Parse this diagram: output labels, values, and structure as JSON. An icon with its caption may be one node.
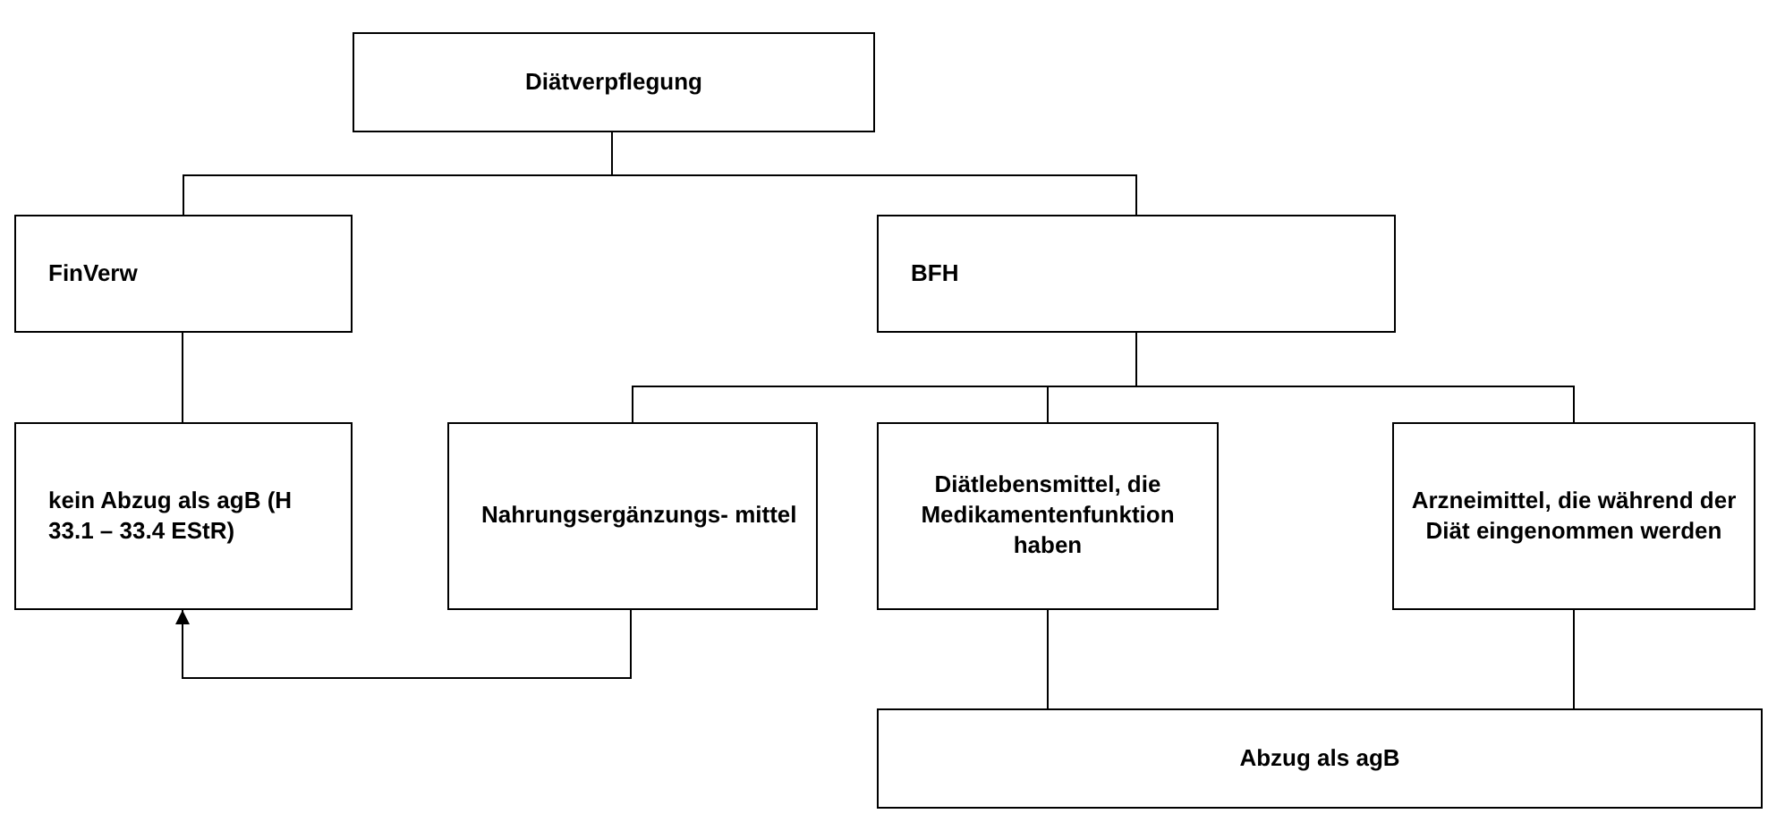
{
  "diagram": {
    "nodes": [
      {
        "text": [
          "Diätverpflegung"
        ]
      },
      {
        "text": [
          "FinVerw"
        ]
      },
      {
        "text": [
          "BFH"
        ]
      },
      {
        "text": [
          "kein Abzug als agB (H 33.1 – 33.4 EStR)"
        ]
      },
      {
        "text": [
          "Nahrungsergänzungs- mittel"
        ]
      },
      {
        "text": [
          "Diätlebensmittel, die Medikamentenfunktion haben"
        ]
      },
      {
        "text": [
          "Arzneimittel, die während der Diät eingenommen werden"
        ]
      },
      {
        "text": [
          "Abzug als agB"
        ]
      }
    ],
    "edges": [
      {
        "from": 0,
        "to": 1,
        "arrow": "none"
      },
      {
        "from": 0,
        "to": 2,
        "arrow": "none"
      },
      {
        "from": 1,
        "to": 3,
        "arrow": "none"
      },
      {
        "from": 2,
        "to": 4,
        "arrow": "none"
      },
      {
        "from": 2,
        "to": 5,
        "arrow": "none"
      },
      {
        "from": 2,
        "to": 6,
        "arrow": "none"
      },
      {
        "from": 4,
        "to": 3,
        "arrow": "to"
      },
      {
        "from": 5,
        "to": 7,
        "arrow": "none"
      },
      {
        "from": 6,
        "to": 7,
        "arrow": "none"
      }
    ]
  }
}
